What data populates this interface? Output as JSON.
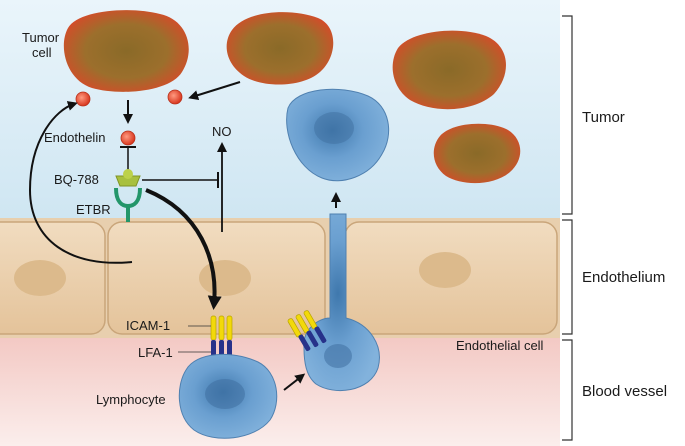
{
  "labels": {
    "tumor_cell": [
      "Tumor",
      "cell"
    ],
    "endothelin": "Endothelin",
    "bq788": "BQ-788",
    "etbr": "ETBR",
    "no": "NO",
    "icam1": "ICAM-1",
    "lfa1": "LFA-1",
    "lymphocyte": "Lymphocyte",
    "endothelial_cell": "Endothelial cell"
  },
  "regions": {
    "tumor": "Tumor",
    "endothelium": "Endothelium",
    "blood_vessel": "Blood vessel"
  },
  "colors": {
    "tumor_bg": "#d9ecf5",
    "blood_bg": "#f6d3cf",
    "endothelium": "#ecd2b0",
    "tumor_cell_core": "#8e6a2a",
    "tumor_cell_rim": "#e0452a",
    "lymphocyte": "#6fa0cf",
    "icam1": "#f2d90a",
    "lfa1": "#27328a",
    "receptor": "#2a9d6a",
    "bq788": "#a4b93c",
    "endothelin_dot": "#e24a35"
  }
}
